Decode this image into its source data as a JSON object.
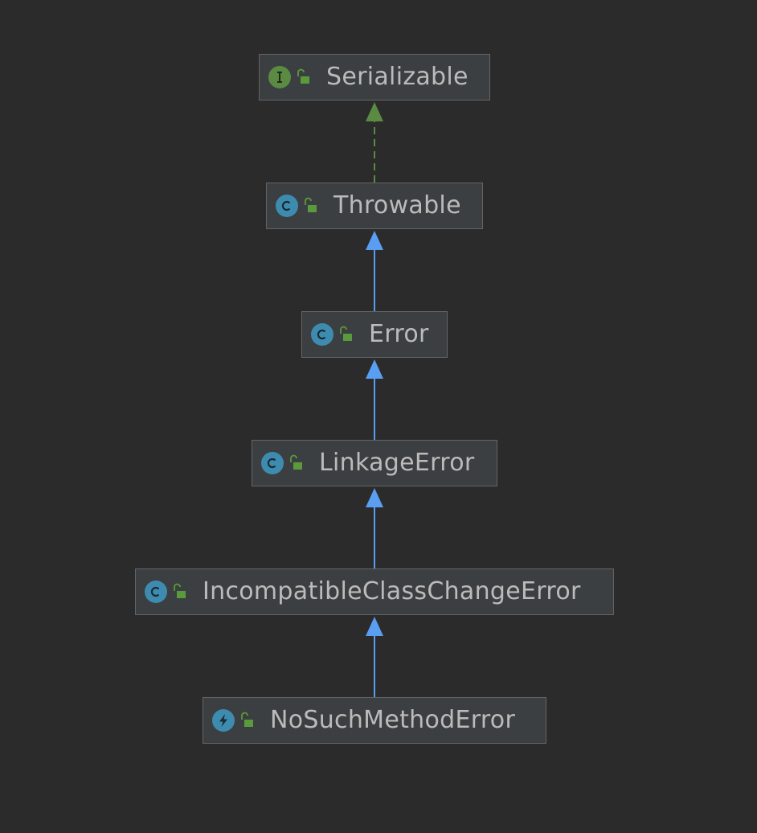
{
  "colors": {
    "background": "#2b2b2b",
    "node_fill": "#3c3f41",
    "node_border": "#646464",
    "label_text": "#bbbbbb",
    "interface_icon": "#5b8a43",
    "class_icon": "#3d8cb0",
    "lock_icon": "#5b9a3c",
    "extends_arrow": "#5a9ef2",
    "implements_arrow": "#5b8a43"
  },
  "nodes": [
    {
      "id": "serializable",
      "label": "Serializable",
      "kind": "interface",
      "icon": "interface-icon",
      "access_icon": "public-unlock-icon"
    },
    {
      "id": "throwable",
      "label": "Throwable",
      "kind": "class",
      "icon": "class-icon",
      "access_icon": "public-unlock-icon"
    },
    {
      "id": "error",
      "label": "Error",
      "kind": "class",
      "icon": "class-icon",
      "access_icon": "public-unlock-icon"
    },
    {
      "id": "linkageerror",
      "label": "LinkageError",
      "kind": "class",
      "icon": "class-icon",
      "access_icon": "public-unlock-icon"
    },
    {
      "id": "incompatibleclasschangeerror",
      "label": "IncompatibleClassChangeError",
      "kind": "class",
      "icon": "class-icon",
      "access_icon": "public-unlock-icon"
    },
    {
      "id": "nosuchmethoderror",
      "label": "NoSuchMethodError",
      "kind": "exception",
      "icon": "exception-class-icon",
      "access_icon": "public-unlock-icon"
    }
  ],
  "edges": [
    {
      "from": "throwable",
      "to": "serializable",
      "type": "implements"
    },
    {
      "from": "error",
      "to": "throwable",
      "type": "extends"
    },
    {
      "from": "linkageerror",
      "to": "error",
      "type": "extends"
    },
    {
      "from": "incompatibleclasschangeerror",
      "to": "linkageerror",
      "type": "extends"
    },
    {
      "from": "nosuchmethoderror",
      "to": "incompatibleclasschangeerror",
      "type": "extends"
    }
  ]
}
